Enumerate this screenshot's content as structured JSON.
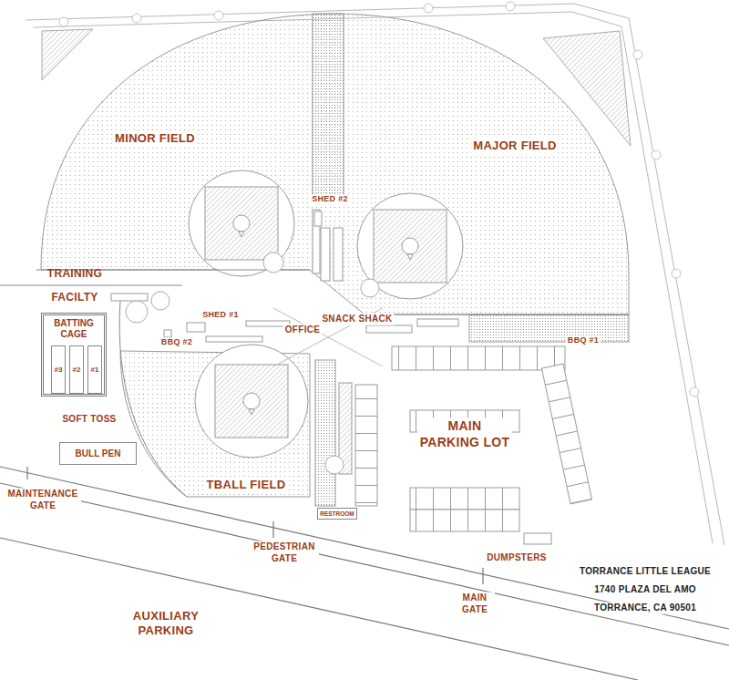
{
  "diagram": {
    "nodes": [
      {
        "text": [
          "BATTING CAGE"
        ]
      },
      {
        "text": [
          "#3"
        ],
        "in": 0
      },
      {
        "text": [
          "#2"
        ],
        "in": 0
      },
      {
        "text": [
          "#1"
        ],
        "in": 0
      },
      {
        "text": [
          "BULL PEN"
        ]
      },
      {
        "text": [
          "RESTROOM"
        ]
      }
    ],
    "labels": [
      "MINOR FIELD",
      "MAJOR FIELD",
      "SHED #2",
      "TRAINING FACILTY",
      "SHED #1",
      "OFFICE",
      "SNACK SHACK",
      "BBQ #2",
      "BBQ #1",
      "SOFT TOSS",
      "MAIN PARKING LOT",
      "TBALL FIELD",
      "MAINTENANCE GATE",
      "PEDESTRIAN GATE",
      "DUMPSTERS",
      "MAIN GATE",
      "AUXILIARY PARKING",
      "TORRANCE LITTLE LEAGUE",
      "1740 PLAZA DEL AMO",
      "TORRANCE, CA 90501"
    ]
  }
}
